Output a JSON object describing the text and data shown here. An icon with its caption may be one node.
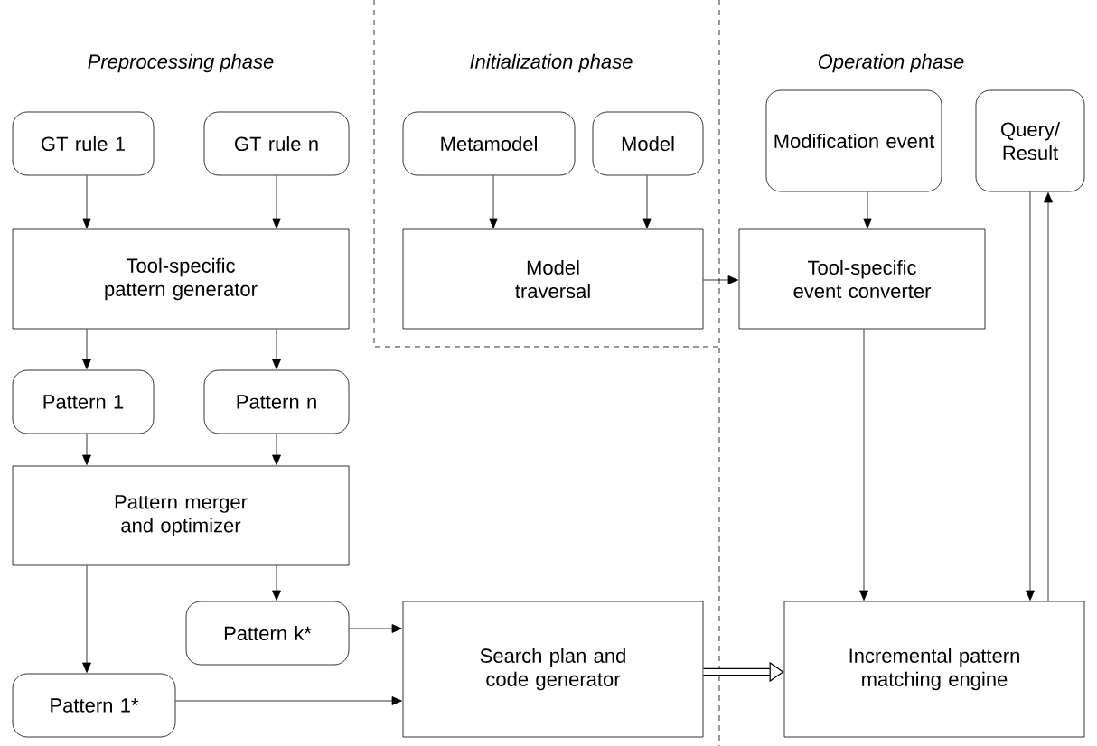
{
  "diagram": {
    "nodes": [
      {
        "text": [
          "GT rule 1"
        ]
      },
      {
        "text": [
          "GT rule n"
        ]
      },
      {
        "text": [
          "Tool-specific pattern generator"
        ]
      },
      {
        "text": [
          "Pattern 1"
        ]
      },
      {
        "text": [
          "Pattern n"
        ]
      },
      {
        "text": [
          "Pattern merger and optimizer"
        ]
      },
      {
        "text": [
          "Pattern k*"
        ]
      },
      {
        "text": [
          "Pattern 1*"
        ]
      },
      {
        "text": [
          "Search plan and code generator"
        ]
      },
      {
        "text": [
          "Metamodel"
        ]
      },
      {
        "text": [
          "Model"
        ]
      },
      {
        "text": [
          "Model traversal"
        ]
      },
      {
        "text": [
          "Modification event"
        ]
      },
      {
        "text": [
          "Query/ Result"
        ]
      },
      {
        "text": [
          "Tool-specific event converter"
        ]
      },
      {
        "text": [
          "Incremental pattern matching engine"
        ]
      }
    ],
    "edges": [
      {
        "from": 0,
        "to": 2,
        "arrow": "to"
      },
      {
        "from": 1,
        "to": 2,
        "arrow": "to"
      },
      {
        "from": 2,
        "to": 3,
        "arrow": "to"
      },
      {
        "from": 2,
        "to": 4,
        "arrow": "to"
      },
      {
        "from": 3,
        "to": 5,
        "arrow": "to"
      },
      {
        "from": 4,
        "to": 5,
        "arrow": "to"
      },
      {
        "from": 5,
        "to": 7,
        "arrow": "to"
      },
      {
        "from": 5,
        "to": 6,
        "arrow": "to"
      },
      {
        "from": 6,
        "to": 8,
        "arrow": "to"
      },
      {
        "from": 7,
        "to": 8,
        "arrow": "to"
      },
      {
        "from": 8,
        "to": 15,
        "arrow": "to",
        "style": "thick"
      },
      {
        "from": 9,
        "to": 11,
        "arrow": "to"
      },
      {
        "from": 10,
        "to": 11,
        "arrow": "to"
      },
      {
        "from": 11,
        "to": 14,
        "arrow": "to"
      },
      {
        "from": 12,
        "to": 14,
        "arrow": "to"
      },
      {
        "from": 14,
        "to": 15,
        "arrow": "to"
      },
      {
        "from": 13,
        "to": 15,
        "arrow": "to"
      },
      {
        "from": 15,
        "to": 13,
        "arrow": "to"
      }
    ],
    "labels": [
      "Preprocessing phase",
      "Initialization phase",
      "Operation phase"
    ]
  }
}
